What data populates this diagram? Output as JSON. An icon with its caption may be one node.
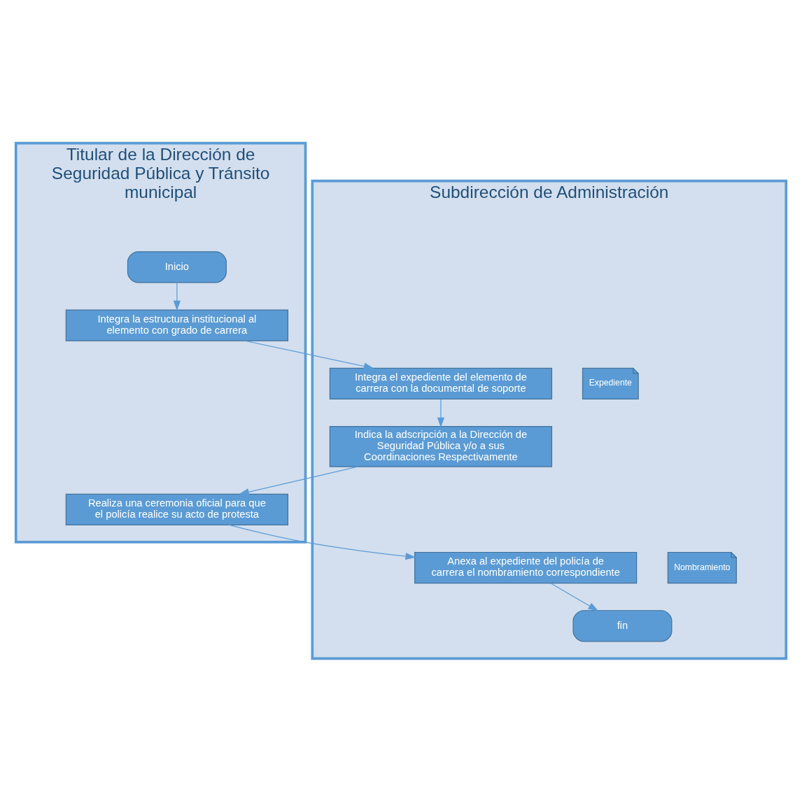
{
  "diagram": {
    "nodes": [
      {
        "text": [
          "Titular de la Dirección de Seguridad Pública y Tránsito municipal"
        ]
      },
      {
        "text": [
          "Subdirección de Administración"
        ]
      },
      {
        "text": [
          "Inicio"
        ],
        "in": 0
      },
      {
        "text": [
          "Integra la estructura institucional al elemento con grado de carrera"
        ],
        "in": 0
      },
      {
        "text": [
          "Integra el expediente del elemento de carrera con la documental de soporte"
        ],
        "in": 1
      },
      {
        "text": [
          "Expediente"
        ],
        "in": 1
      },
      {
        "text": [
          "Indica la adscripción a la Dirección de Seguridad Pública y/o a sus Coordinaciones Respectivamente"
        ],
        "in": 1
      },
      {
        "text": [
          "Realiza una ceremonia oficial para que el policía realice su acto de protesta"
        ],
        "in": 0
      },
      {
        "text": [
          "Anexa al expediente del policía de carrera el nombramiento correspondiente"
        ],
        "in": 1
      },
      {
        "text": [
          "Nombramiento"
        ],
        "in": 1
      },
      {
        "text": [
          "fin"
        ],
        "in": 1
      }
    ],
    "edges": [
      {
        "from": 2,
        "to": 3,
        "arrow": "to"
      },
      {
        "from": 3,
        "to": 4,
        "arrow": "to"
      },
      {
        "from": 4,
        "to": 6,
        "arrow": "to"
      },
      {
        "from": 6,
        "to": 7,
        "arrow": "to"
      },
      {
        "from": 7,
        "to": 8,
        "arrow": "to"
      },
      {
        "from": 8,
        "to": 10,
        "arrow": "to"
      }
    ]
  }
}
